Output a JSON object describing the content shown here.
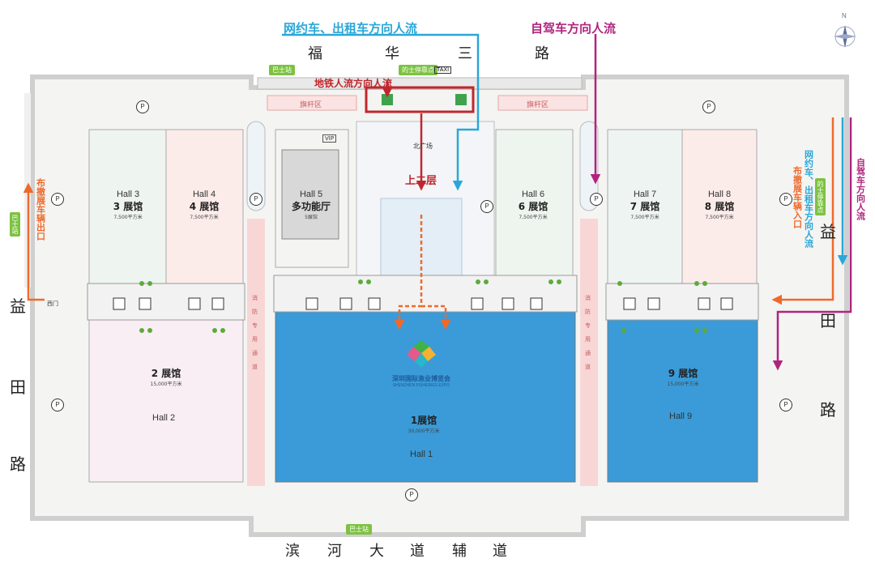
{
  "roads": {
    "north": [
      "福",
      "华",
      "三",
      "路"
    ],
    "south": [
      "滨",
      "河",
      "大",
      "道",
      "辅",
      "道"
    ],
    "west": [
      "益",
      "田",
      "路"
    ],
    "east": [
      "益",
      "田",
      "路"
    ]
  },
  "flows": {
    "taxi_label": "网约车、出租车方向人流",
    "self_drive_label": "自驾车方向人流",
    "metro_label": "地铁人流方向人流",
    "up_floor_label": "上二层",
    "east_taxi_label": "网约车、出租车方向人流",
    "east_self_drive_label": "自驾车方向人流",
    "east_exhibit_in_label": "布撤展车辆入口",
    "west_exhibit_out_label": "布撤展车辆出口"
  },
  "badges": {
    "bus_north": "巴士站",
    "bus_south": "巴士站",
    "bus_west": "巴士站",
    "taxi_stop_north": "的士停靠点",
    "taxi_stop_east": "的士停靠点",
    "taxi_sign": "TAXI"
  },
  "areas": {
    "flag_left": "旗杆区",
    "flag_right": "旗杆区",
    "north_square": "北广场",
    "fire_lane_left": [
      "消",
      "防",
      "专",
      "用",
      "通",
      "道"
    ],
    "fire_lane_right": [
      "消",
      "防",
      "专",
      "用",
      "通",
      "道"
    ],
    "west_gate": "西门",
    "vip": "VIP"
  },
  "halls": [
    {
      "id": "3",
      "en": "Hall 3",
      "cn": "3 展馆",
      "area": "7,500平方米"
    },
    {
      "id": "4",
      "en": "Hall 4",
      "cn": "4 展馆",
      "area": "7,500平方米"
    },
    {
      "id": "5",
      "en": "Hall 5",
      "cn": "多功能厅",
      "area": "5展馆"
    },
    {
      "id": "6",
      "en": "Hall 6",
      "cn": "6 展馆",
      "area": "7,500平方米"
    },
    {
      "id": "7",
      "en": "Hall 7",
      "cn": "7 展馆",
      "area": "7,500平方米"
    },
    {
      "id": "8",
      "en": "Hall 8",
      "cn": "8 展馆",
      "area": "7,500平方米"
    },
    {
      "id": "2",
      "en": "Hall 2",
      "cn": "2 展馆",
      "area": "15,000平方米"
    },
    {
      "id": "1",
      "en": "Hall 1",
      "cn": "1展馆",
      "area": "30,000平方米"
    },
    {
      "id": "9",
      "en": "Hall 9",
      "cn": "9 展馆",
      "area": "15,000平方米"
    }
  ],
  "expo": {
    "cn": "深圳国际渔业博览会",
    "en": "SHENZHEN FISHERIES EXPO"
  },
  "compass": "N",
  "parking_symbol": "P",
  "colors": {
    "blue_flow": "#2aa7d8",
    "purple_flow": "#b0247e",
    "red_flow": "#c0272d",
    "orange_flow": "#ee6a2b",
    "hall1_fill": "#3a9bd8",
    "bus_green": "#7dc242"
  }
}
